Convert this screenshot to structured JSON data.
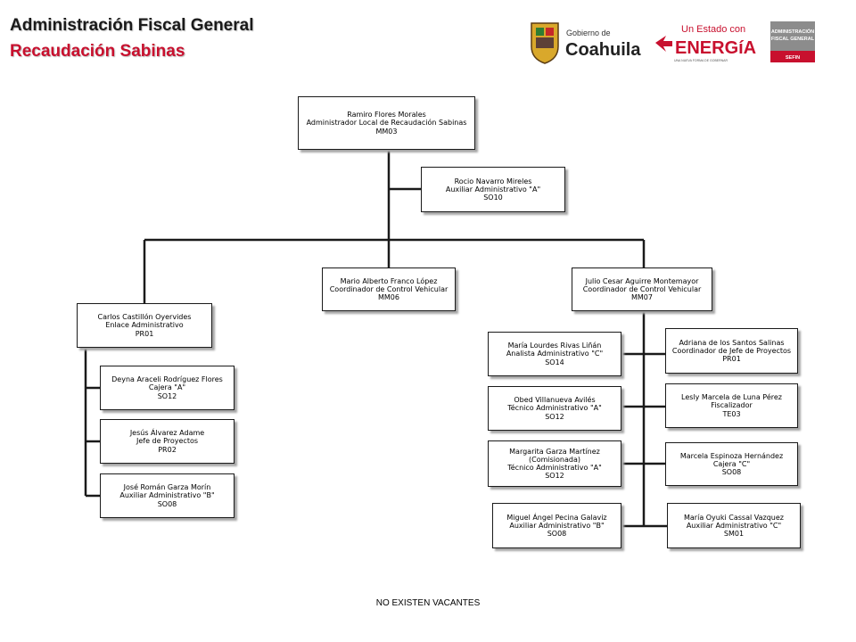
{
  "header": {
    "title": "Administración Fiscal General",
    "subtitle": "Recaudación Sabinas"
  },
  "logos": {
    "coahuila_small": "Gobierno de",
    "coahuila_big": "Coahuila",
    "energia_top": "Un Estado con",
    "energia_big": "ENERGíA",
    "energia_tag": "UNA NUEVA FORMA DE GOBERNAR",
    "afg_line1": "ADMINISTRACIÓN",
    "afg_line2": "FISCAL GENERAL",
    "afg_line3": "SEFIN"
  },
  "colors": {
    "accent_red": "#c8102e",
    "line": "#1a1a1a"
  },
  "org": {
    "ramiro": {
      "name": "Ramiro Flores Morales",
      "role": "Administrador  Local de Recaudación Sabinas",
      "code": "MM03"
    },
    "rocio": {
      "name": "Rocio Navarro Mireles",
      "role": "Auxiliar  Administrativo  \"A\"",
      "code": "SO10"
    },
    "carlos": {
      "name": "Carlos Castillón  Oyervides",
      "role": "Enlace Administrativo",
      "code": "PR01"
    },
    "mario": {
      "name": "Mario Alberto  Franco López",
      "role": "Coordinador  de Control Vehicular",
      "code": "MM06"
    },
    "julio": {
      "name": "Julio Cesar  Aguirre  Montemayor",
      "role": "Coordinador  de Control Vehicular",
      "code": "MM07"
    },
    "deyna": {
      "name": "Deyna Araceli Rodríguez Flores",
      "role": "Cajera  \"A\"",
      "code": "SO12"
    },
    "jesus": {
      "name": "Jesús Álvarez Adame",
      "role": "Jefe de Proyectos",
      "code": "PR02"
    },
    "jose": {
      "name": "José Román Garza  Morín",
      "role": "Auxiliar  Administrativo  \"B\"",
      "code": "SO08"
    },
    "maria_lourdes": {
      "name": "María Lourdes  Rivas Liñán",
      "role": "Analista  Administrativo  \"C\"",
      "code": "SO14"
    },
    "obed": {
      "name": "Obed  Villanueva  Avilés",
      "role": "Técnico  Administrativo  \"A\"",
      "code": "SO12"
    },
    "margarita": {
      "name": "Margarita  Garza  Martínez",
      "note": "(Comisionada)",
      "role": "Técnico  Administrativo  \"A\"",
      "code": "SO12"
    },
    "miguel": {
      "name": "Miguel Ángel Pecina Galaviz",
      "role": "Auxiliar  Administrativo  \"B\"",
      "code": "SO08"
    },
    "adriana": {
      "name": "Adriana  de los Santos Salinas",
      "role": "Coordinador  de Jefe de Proyectos",
      "code": "PR01"
    },
    "lesly": {
      "name": "Lesly Marcela de Luna Pérez",
      "role": "Fiscalizador",
      "code": "TE03"
    },
    "marcela": {
      "name": "Marcela Espinoza  Hernández",
      "role": "Cajera  \"C\"",
      "code": "SO08"
    },
    "maria_oyuki": {
      "name": "María Oyuki Cassal Vazquez",
      "role": "Auxiliar  Administrativo  \"C\"",
      "code": "SM01"
    }
  },
  "footer": {
    "note": "NO EXISTEN  VACANTES"
  }
}
